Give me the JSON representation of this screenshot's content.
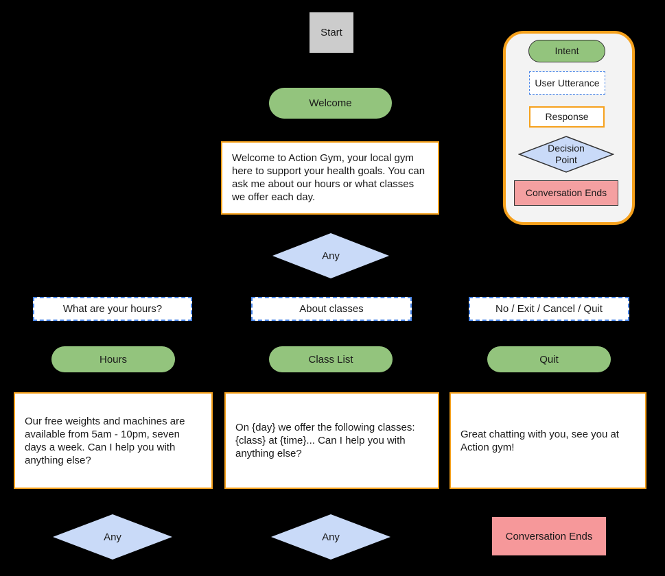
{
  "colors": {
    "background": "#000000",
    "intent_green": "#93c47d",
    "decision_blue": "#c9daf8",
    "end_pink": "#f6989a",
    "response_border_orange": "#f6a11c",
    "utterance_border_blue": "#4a86e8",
    "start_gray": "#cccccc",
    "legend_fill": "#f3f3f3"
  },
  "flow": {
    "start": {
      "label": "Start"
    },
    "welcome": {
      "intent_label": "Welcome",
      "response_text": "Welcome to Action Gym, your local gym here to support your health goals. You can ask me about our hours or what classes we offer each day.",
      "decision_label": "Any"
    },
    "branches": [
      {
        "utterance": "What are your hours?",
        "intent_label": "Hours",
        "response_text": "Our free weights and machines are available from 5am - 10pm, seven days a week. Can I help you with anything else?",
        "decision_label": "Any"
      },
      {
        "utterance": "About classes",
        "intent_label": "Class List",
        "response_text": "On {day} we offer the following classes: {class} at {time}... Can I help you with anything else?",
        "decision_label": "Any"
      },
      {
        "utterance": "No / Exit / Cancel / Quit",
        "intent_label": "Quit",
        "response_text": "Great chatting with you, see you at Action gym!",
        "end_label": "Conversation Ends"
      }
    ]
  },
  "legend": {
    "items": [
      {
        "label": "Intent"
      },
      {
        "label": "User Utterance"
      },
      {
        "label": "Response"
      },
      {
        "label": "Decision Point"
      },
      {
        "label": "Conversation Ends"
      }
    ]
  }
}
